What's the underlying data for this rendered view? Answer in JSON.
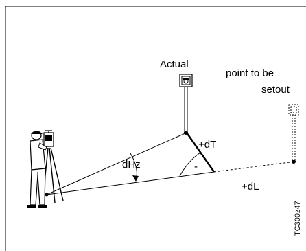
{
  "labels": {
    "actual": "Actual",
    "target_line1": "point to be",
    "target_line2": "setout",
    "dT": "+dT",
    "dL": "+dL",
    "dHz": "dHz",
    "right_angle_mark": "-",
    "figure_code": "TC300z47"
  },
  "icons": {
    "surveyor": "surveyor-with-total-station-icon",
    "actual_prism": "reflector-prism-icon",
    "target_prism": "dashed-reflector-prism-icon"
  },
  "colors": {
    "ink": "#000000",
    "background": "#ffffff"
  }
}
